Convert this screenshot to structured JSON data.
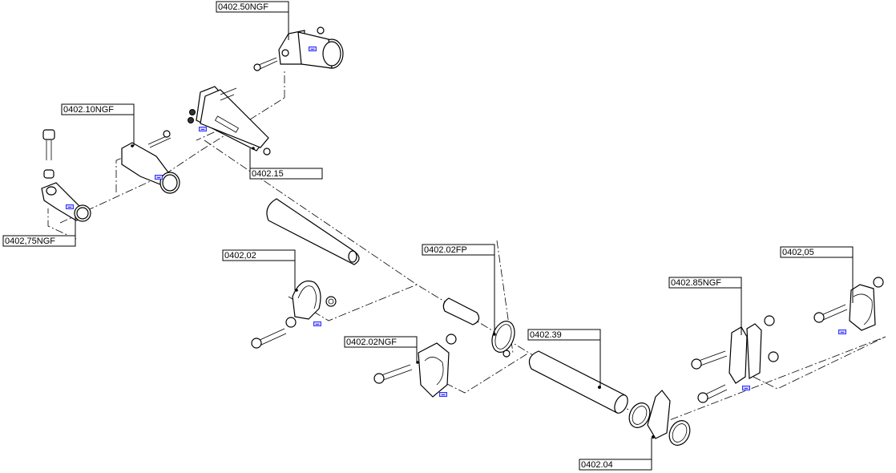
{
  "diagram": {
    "type": "exploded parts diagram",
    "callouts": [
      {
        "id": "c1",
        "label": "0402.50NGF"
      },
      {
        "id": "c2",
        "label": "0402.10NGF"
      },
      {
        "id": "c3",
        "label": "0402.15"
      },
      {
        "id": "c4",
        "label": "0402,75NGF"
      },
      {
        "id": "c5",
        "label": "0402,02"
      },
      {
        "id": "c6",
        "label": "0402.02FP"
      },
      {
        "id": "c7",
        "label": "0402.02NGF"
      },
      {
        "id": "c8",
        "label": "0402.39"
      },
      {
        "id": "c9",
        "label": "0402.85NGF"
      },
      {
        "id": "c10",
        "label": "0402,05"
      },
      {
        "id": "c11",
        "label": "0402.04"
      }
    ],
    "link_icon": "hyperlink-marker-icon",
    "colors": {
      "line": "#000000",
      "link": "#3030ff",
      "background": "#ffffff"
    }
  }
}
